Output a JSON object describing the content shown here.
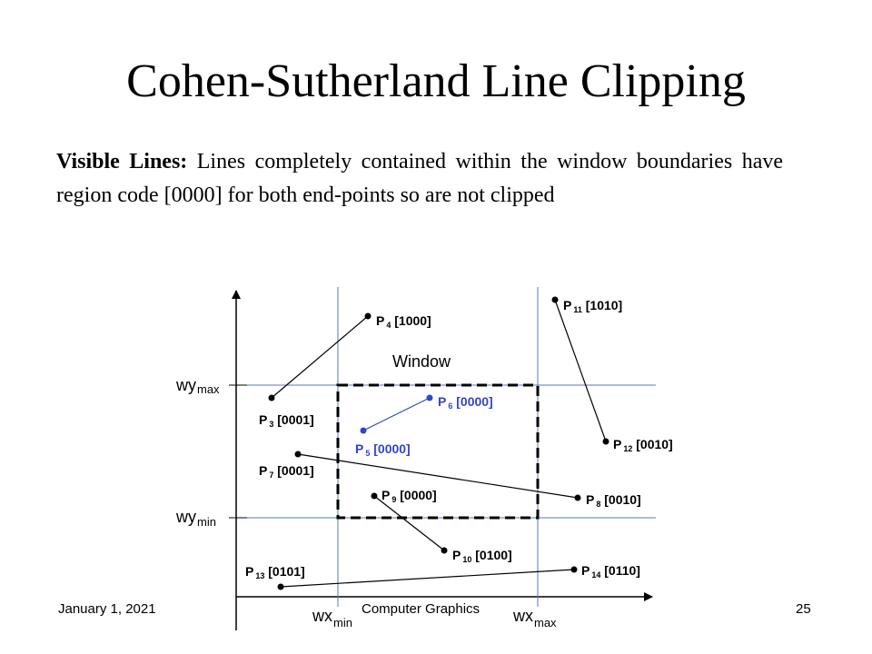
{
  "slide": {
    "title": "Cohen-Sutherland Line Clipping",
    "body_bold": "Visible Lines:",
    "body_text": " Lines completely contained within the window boundaries have region code [0000] for both end-points so are not clipped"
  },
  "diagram": {
    "window_label": "Window",
    "axes": {
      "wy_max": {
        "main": "wy",
        "sub": "max"
      },
      "wy_min": {
        "main": "wy",
        "sub": "min"
      },
      "wx_min": {
        "main": "wx",
        "sub": "min"
      },
      "wx_max": {
        "main": "wx",
        "sub": "max"
      }
    },
    "points": {
      "p3": {
        "name": "P",
        "sub": "3",
        "code": " [0001]"
      },
      "p4": {
        "name": "P",
        "sub": "4",
        "code": " [1000]"
      },
      "p5": {
        "name": "P",
        "sub": "5",
        "code": " [0000]"
      },
      "p6": {
        "name": "P",
        "sub": "6",
        "code": " [0000]"
      },
      "p7": {
        "name": "P",
        "sub": "7",
        "code": " [0001]"
      },
      "p8": {
        "name": "P",
        "sub": "8",
        "code": " [0010]"
      },
      "p9": {
        "name": "P",
        "sub": "9",
        "code": " [0000]"
      },
      "p10": {
        "name": "P",
        "sub": "10",
        "code": " [0100]"
      },
      "p11": {
        "name": "P",
        "sub": "11",
        "code": " [1010]"
      },
      "p12": {
        "name": "P",
        "sub": "12",
        "code": " [0010]"
      },
      "p13": {
        "name": "P",
        "sub": "13",
        "code": " [0101]"
      },
      "p14": {
        "name": "P",
        "sub": "14",
        "code": " [0110]"
      }
    },
    "colors": {
      "visible_line": "#3344cc",
      "boundary_line": "#5577bb",
      "default": "#000000"
    }
  },
  "footer": {
    "date": "January 1, 2021",
    "course": "Computer Graphics",
    "page": "25"
  }
}
